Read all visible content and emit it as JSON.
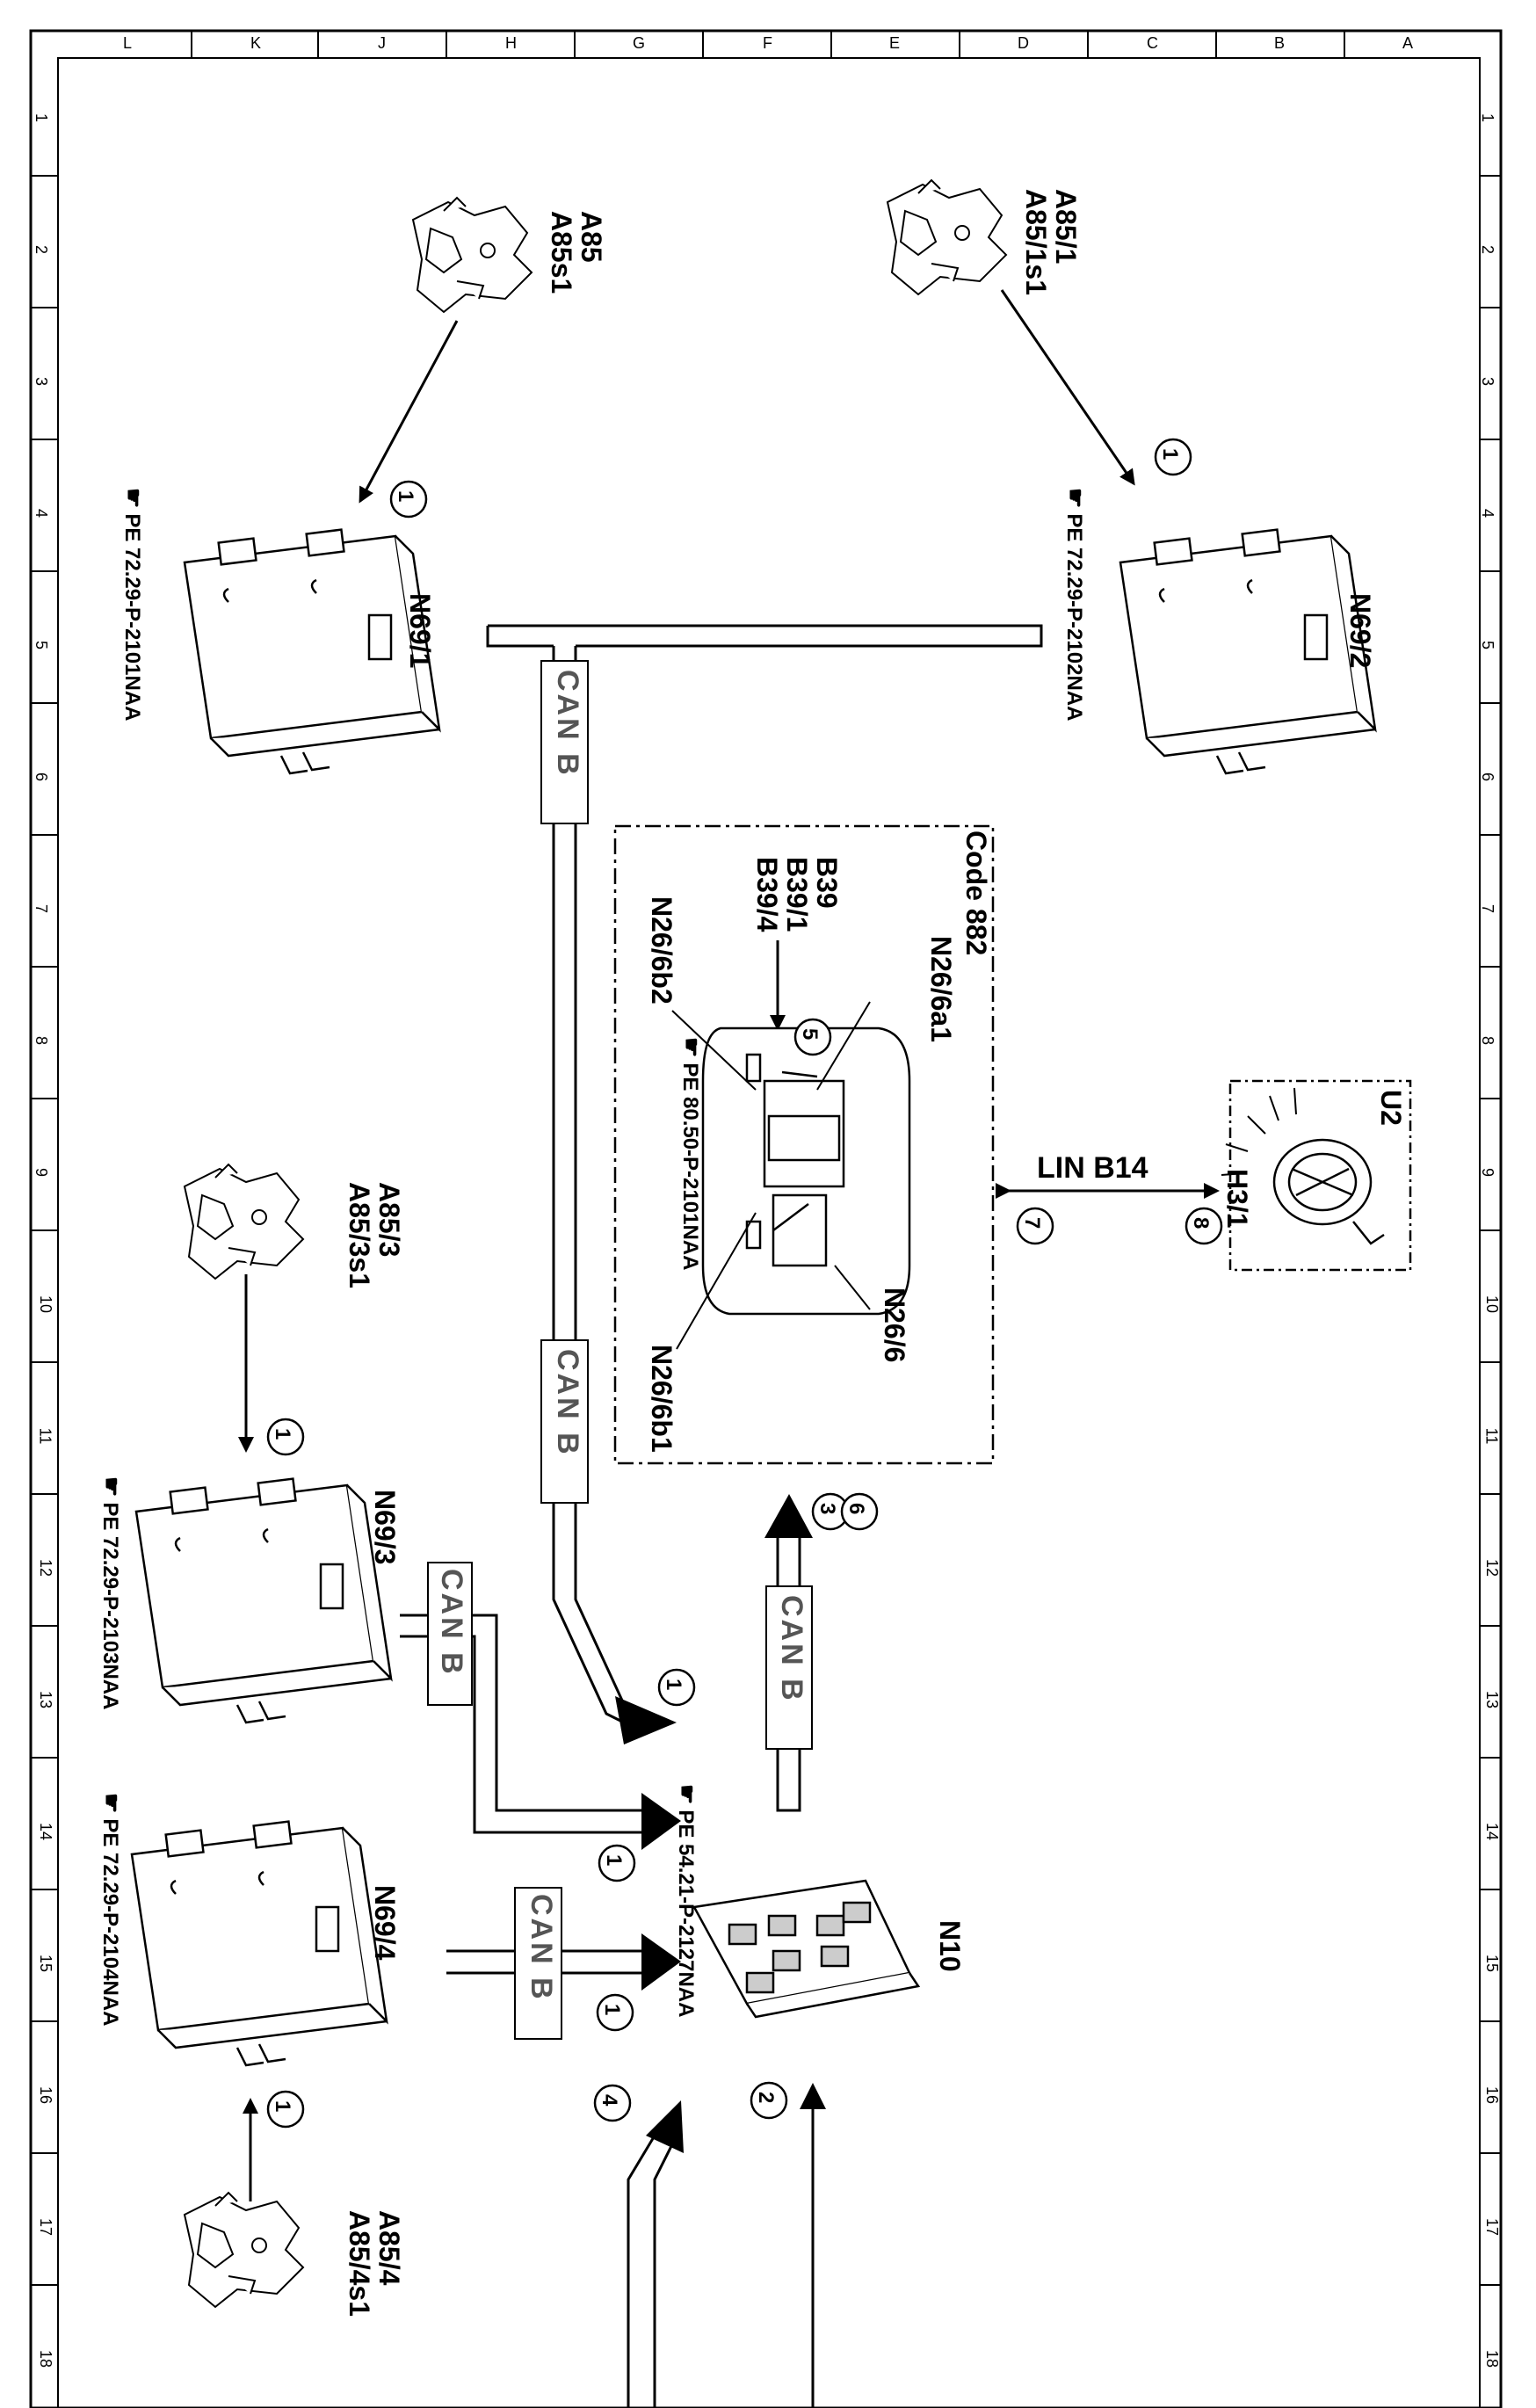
{
  "border": {
    "col_letters": [
      "L",
      "K",
      "J",
      "H",
      "G",
      "F",
      "E",
      "D",
      "C",
      "B",
      "A"
    ],
    "row_numbers": [
      "1",
      "2",
      "3",
      "4",
      "5",
      "6",
      "7",
      "8",
      "9",
      "10",
      "11",
      "12",
      "13",
      "14",
      "15",
      "16",
      "17",
      "18"
    ]
  },
  "components": {
    "a85": {
      "line1": "A85",
      "line2": "A85s1"
    },
    "a85_1": {
      "line1": "A85/1",
      "line2": "A85/1s1"
    },
    "a85_3": {
      "line1": "A85/3",
      "line2": "A85/3s1"
    },
    "a85_4": {
      "line1": "A85/4",
      "line2": "A85/4s1"
    },
    "n69_1": {
      "label": "N69/1",
      "ref": "PE 72.29-P-2101NAA"
    },
    "n69_2": {
      "label": "N69/2",
      "ref": "PE 72.29-P-2102NAA"
    },
    "n69_3": {
      "label": "N69/3",
      "ref": "PE 72.29-P-2103NAA"
    },
    "n69_4": {
      "label": "N69/4",
      "ref": "PE 72.29-P-2104NAA"
    },
    "n10": {
      "label": "N10",
      "ref": "PE 54.21-P-2127NAA"
    },
    "code_box": {
      "title": "Code 882",
      "b_lines": [
        "B39",
        "B39/1",
        "B39/4"
      ],
      "n26_6a1": "N26/6a1",
      "n26_6b2": "N26/6b2",
      "n26_6": "N26/6",
      "n26_6b1": "N26/6b1",
      "ref": "PE 80.50-P-2101NAA"
    },
    "u2": {
      "title": "U2",
      "h3": "H3/1"
    }
  },
  "buses": {
    "can": "CAN B",
    "lin": "LIN B14"
  },
  "step_numbers": {
    "n1": "1",
    "n2": "2",
    "n3": "3",
    "n4": "4",
    "n5": "5",
    "n6": "6",
    "n7": "7",
    "n8": "8"
  }
}
